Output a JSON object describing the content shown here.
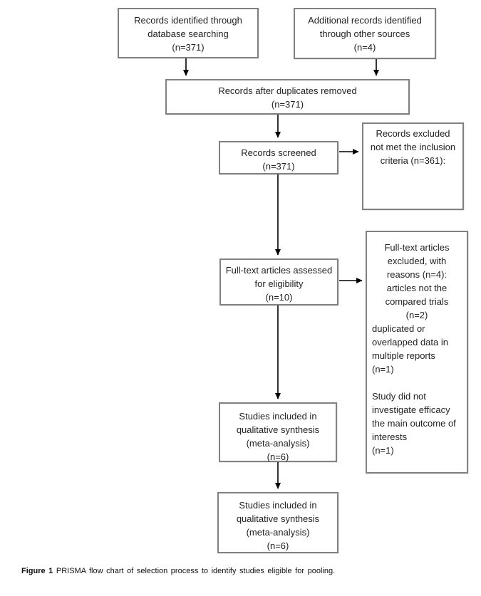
{
  "figure": {
    "caption": {
      "label": "Figure 1",
      "text": " PRISMA flow chart of selection process to identify studies eligible for pooling."
    }
  },
  "colors": {
    "background": "#ffffff",
    "box_border": "#818181",
    "arrow": "#000000",
    "text": "#1f1f1f"
  },
  "counts": {
    "records_identified_database": 371,
    "additional_records_other_sources": 4,
    "records_after_duplicates_removed": 371,
    "records_screened": 371,
    "records_excluded_not_inclusion_criteria": 361,
    "fulltext_articles_assessed": 10,
    "fulltext_articles_excluded": 4,
    "excluded_not_compared_trials": 2,
    "excluded_duplicated_overlapped": 1,
    "excluded_no_efficacy_outcome": 1,
    "studies_included_qualitative_synthesis_upper": 6,
    "studies_included_qualitative_synthesis_lower": 6
  },
  "boxes": {
    "identified": [
      "Records identified through",
      "database searching",
      "(n=371)"
    ],
    "additional": [
      "Additional records identified",
      "through other sources",
      "(n=4)"
    ],
    "duplicates": [
      "Records after duplicates removed",
      "(n=371)"
    ],
    "screened": [
      "Records screened",
      "(n=371)"
    ],
    "excluded_screening": [
      "Records excluded",
      "not met the inclusion",
      "criteria (n=361):"
    ],
    "fulltext": [
      "Full-text articles assessed",
      "for eligibility",
      "(n=10)"
    ],
    "fulltext_excluded_centered": [
      "Full-text articles",
      "excluded, with",
      "reasons (n=4):",
      "articles not the",
      "compared trials",
      "(n=2)"
    ],
    "fulltext_excluded_reason2": [
      "duplicated or overlapped data in multiple reports",
      "(n=1)"
    ],
    "fulltext_excluded_reason3": [
      "Study did not investigate efficacy the main outcome of interests",
      "(n=1)"
    ],
    "qualitative_upper": [
      "Studies included in",
      "qualitative synthesis",
      "(meta-analysis)",
      "(n=6)"
    ],
    "qualitative_lower": [
      "Studies included in",
      "qualitative synthesis",
      "(meta-analysis)",
      "(n=6)"
    ]
  }
}
